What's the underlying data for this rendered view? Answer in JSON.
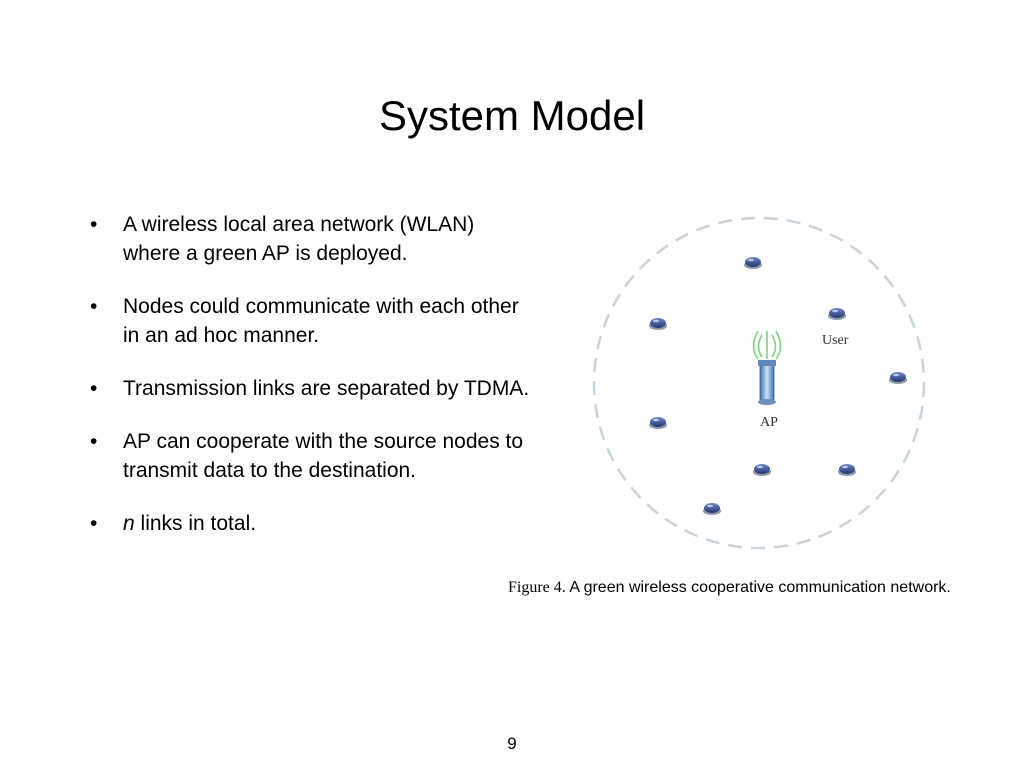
{
  "slide": {
    "title": "System Model",
    "page_number": "9"
  },
  "bullets": [
    {
      "text": "A wireless local area network (WLAN) where a green AP is deployed."
    },
    {
      "text": "Nodes could communicate with each other in an ad hoc manner."
    },
    {
      "text": "Transmission links are separated by TDMA."
    },
    {
      "text": "AP can cooperate with the source nodes to transmit data to the destination."
    },
    {
      "italic_prefix": "n",
      "text": " links in total."
    }
  ],
  "bullet_symbol": "•",
  "figure": {
    "user_label": "User",
    "ap_label": "AP",
    "circle_color": "#c9d3dc",
    "node_color": "#3a4f8f",
    "ap_color": "#7fd17f",
    "caption_label": "Figure 4.",
    "caption_text": " A  green wireless cooperative communication network."
  }
}
